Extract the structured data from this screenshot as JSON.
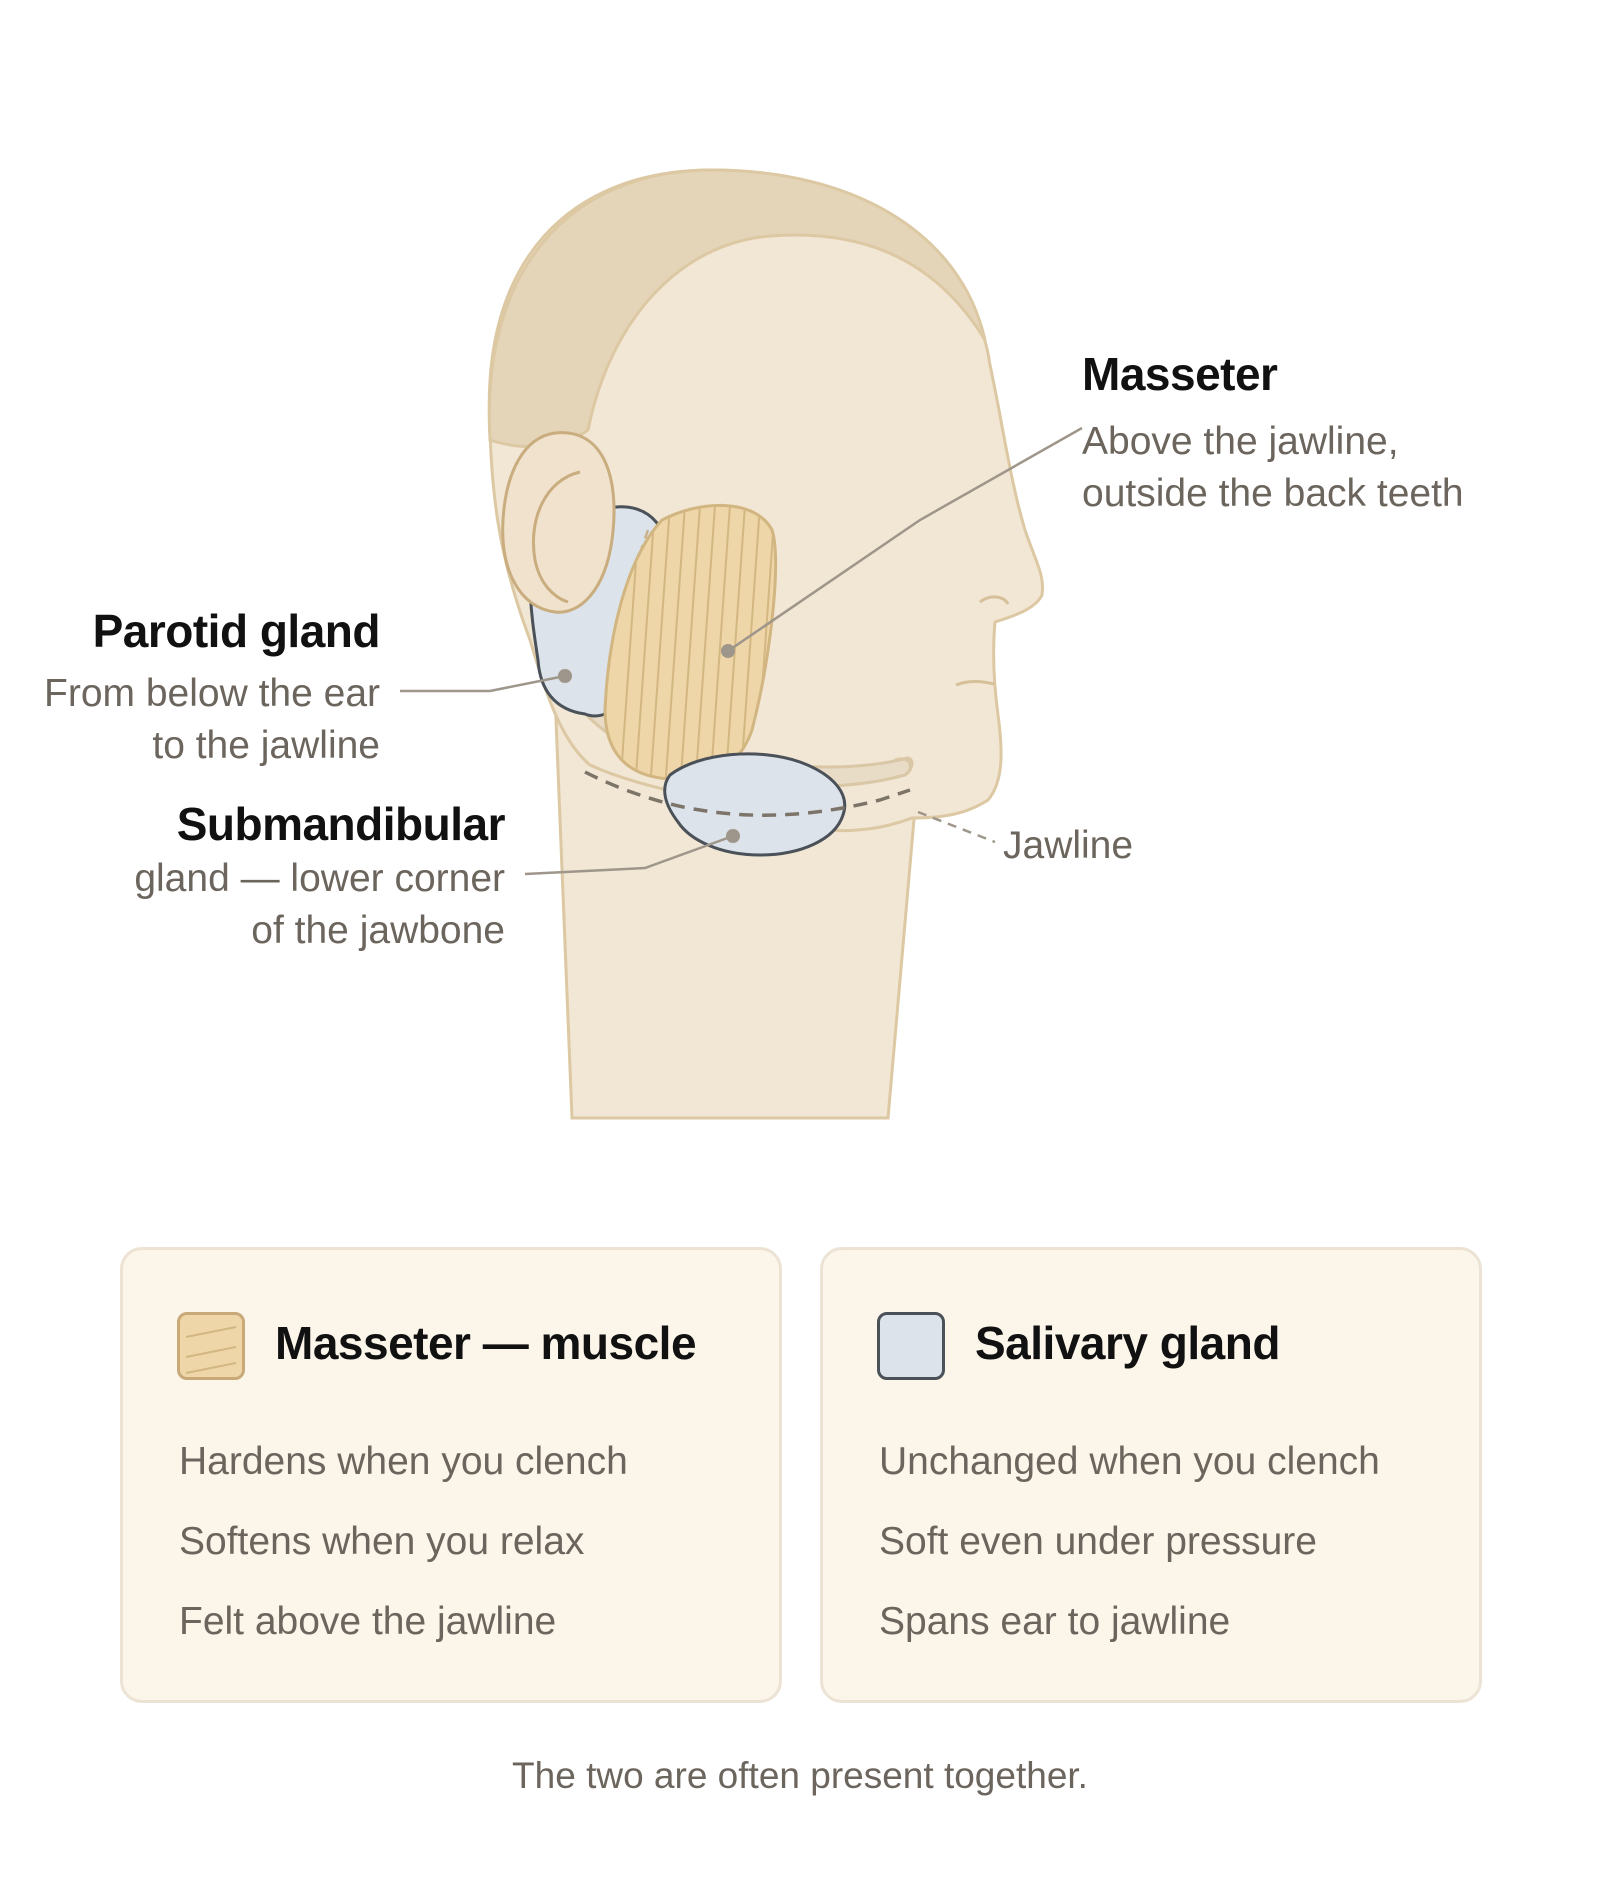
{
  "labels": {
    "masseter": {
      "title": "Masseter",
      "lines": [
        "Above the jawline,",
        "outside the back teeth"
      ]
    },
    "parotid": {
      "title": "Parotid gland",
      "lines": [
        "From below the ear",
        "to the jawline"
      ]
    },
    "submandibular": {
      "title": "Submandibular",
      "lines": [
        "gland — lower corner",
        "of the jawbone"
      ]
    },
    "jawline": "Jawline"
  },
  "cards": [
    {
      "title": "Masseter — muscle",
      "swatch_color": "#efd6a8",
      "items": [
        "Hardens when you clench",
        "Softens when you relax",
        "Felt above the jawline"
      ]
    },
    {
      "title": "Salivary gland",
      "swatch_color": "#dde3ea",
      "items": [
        "Unchanged when you clench",
        "Soft even under pressure",
        "Spans ear to jawline"
      ]
    }
  ],
  "caption": "The two are often present together.",
  "colors": {
    "skin": "#f2e6d4",
    "hair": "#e5d5b8",
    "outline": "#d8c29a",
    "muscle": "#efd6a8",
    "gland": "#dde3ea",
    "gland_outline": "#4a5158",
    "leader": "#9e968a"
  }
}
